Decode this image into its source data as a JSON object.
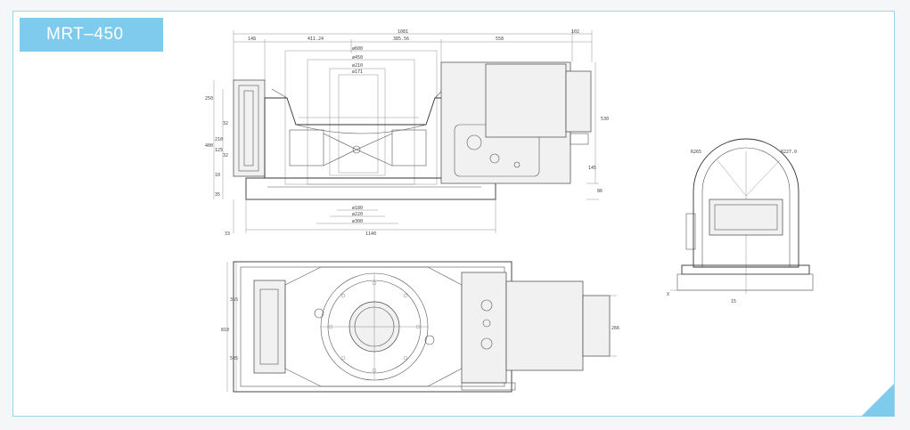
{
  "title": "MRT–450",
  "colors": {
    "accent": "#7ecbee",
    "frame": "#9fd3ea",
    "line": "#444444"
  },
  "front_view": {
    "top_dims": [
      "148",
      "411.24",
      "1081",
      "385.56",
      "558",
      "102"
    ],
    "dia_labels": [
      "ø600",
      "ø450",
      "ø210",
      "ø171"
    ],
    "bottom_dias": [
      "ø180",
      "ø220",
      "ø300"
    ],
    "left_dims": [
      "250",
      "400",
      "210",
      "125",
      "32",
      "32",
      "10",
      "35",
      "33"
    ],
    "right_dims": [
      "530",
      "145",
      "86"
    ],
    "bottom_dim": "1140"
  },
  "side_view": {
    "radius_labels": [
      "R265",
      "R227.0"
    ],
    "dims": [
      "X",
      "15"
    ]
  },
  "plan_view": {
    "left_dims": [
      "355",
      "810",
      "505"
    ],
    "right_dim": "266"
  }
}
